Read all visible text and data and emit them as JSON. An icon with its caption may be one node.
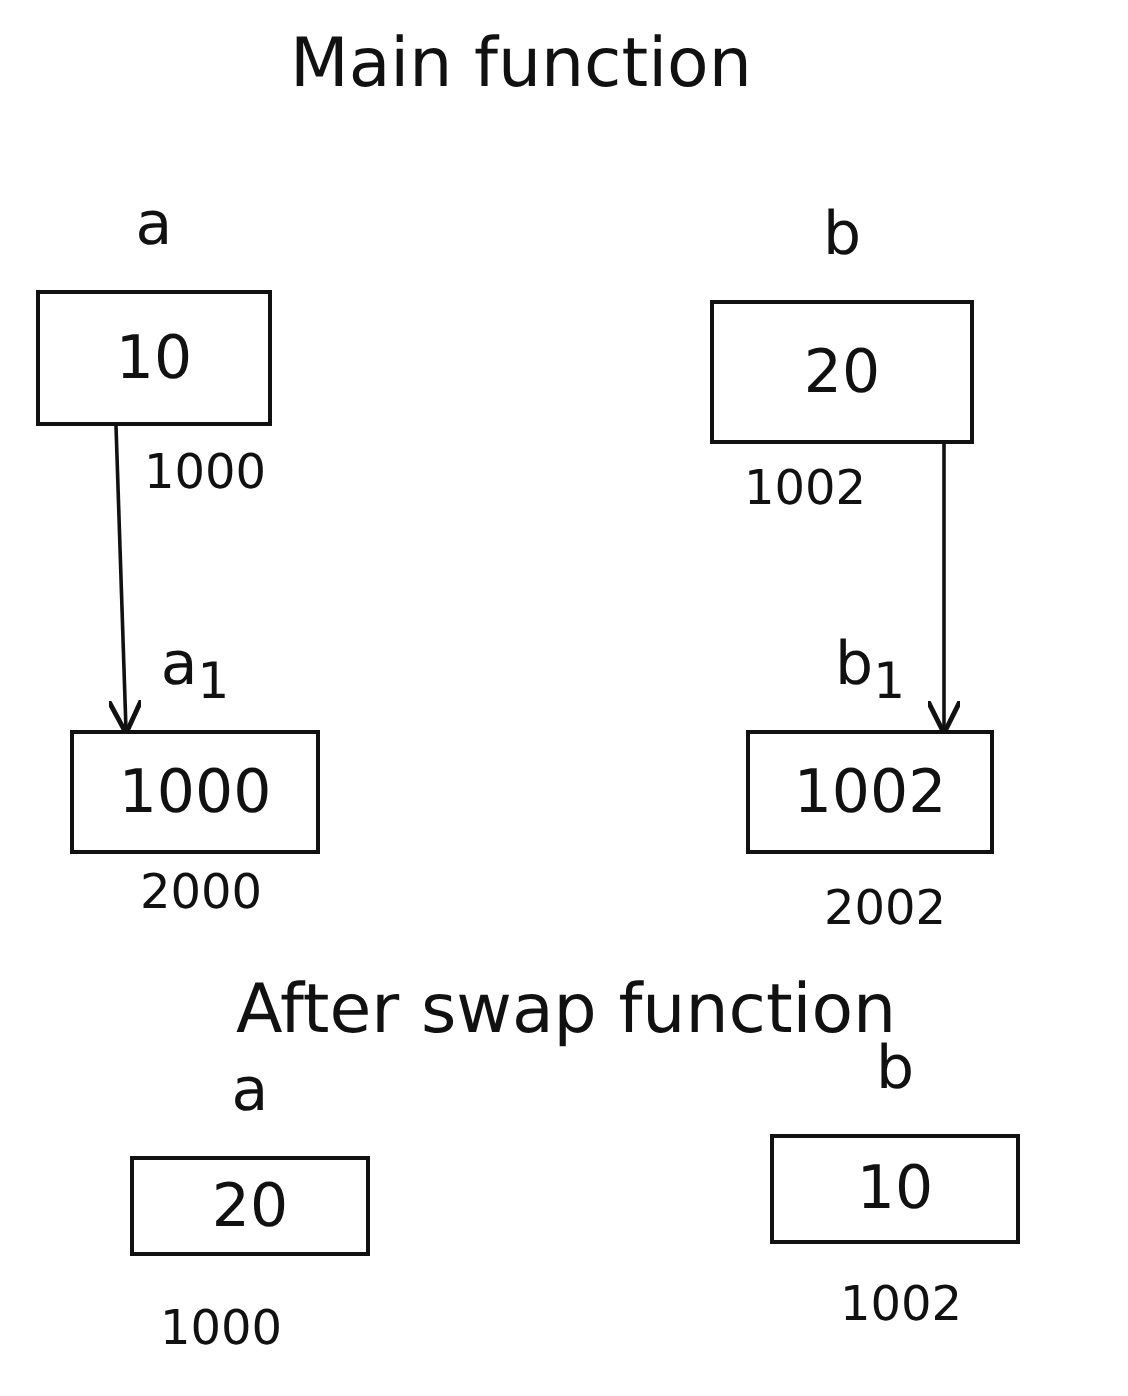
{
  "diagram": {
    "title": "Main function",
    "nodes": [
      {
        "text": [
          "a",
          "10"
        ],
        "beside": [
          "1000"
        ]
      },
      {
        "text": [
          "b",
          "20"
        ],
        "beside": [
          "1002"
        ]
      },
      {
        "text": [
          "a$_{1}$",
          "1000"
        ],
        "beside": [
          "2000"
        ]
      },
      {
        "text": [
          "b$_{1}$",
          "1002"
        ],
        "beside": [
          "2002"
        ]
      },
      {
        "text": [
          "a",
          "20"
        ],
        "beside": [
          "1000"
        ]
      },
      {
        "text": [
          "b",
          "10"
        ],
        "beside": [
          "1002"
        ]
      }
    ],
    "edges": [
      {
        "from": 0,
        "to": 2,
        "arrow": "to"
      },
      {
        "from": 1,
        "to": 3,
        "arrow": "to"
      }
    ],
    "labels": [
      "After swap function"
    ]
  }
}
